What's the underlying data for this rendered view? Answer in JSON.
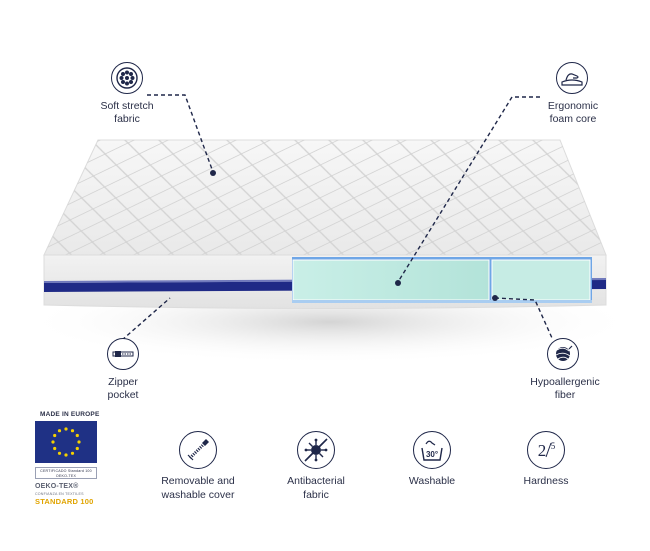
{
  "callouts": {
    "soft_fabric": {
      "label_line1": "Soft stretch",
      "label_line2": "fabric",
      "icon": "fabric-weave-icon"
    },
    "foam_core": {
      "label_line1": "Ergonomic",
      "label_line2": "foam core",
      "icon": "foam-hand-icon"
    },
    "zipper": {
      "label_line1": "Zipper",
      "label_line2": "pocket",
      "icon": "zipper-icon"
    },
    "fiber": {
      "label_line1": "Hypoallergenic",
      "label_line2": "fiber",
      "icon": "fiber-ball-icon"
    }
  },
  "badges": {
    "made_in": "MADE IN EUROPE",
    "oeko_small": "CERTIFICADO Standard 100 OEKO-TEX",
    "oeko_title": "OEKO-TEX®",
    "oeko_sub": "CONFIANZA EN TEXTILES",
    "standard": "STANDARD 100"
  },
  "features": [
    {
      "label_line1": "Removable and",
      "label_line2": "washable cover",
      "icon": "zipper-cover-icon"
    },
    {
      "label_line1": "Antibacterial",
      "label_line2": "fabric",
      "icon": "antibacterial-icon"
    },
    {
      "label_line1": "Washable",
      "label_line2": "",
      "icon": "wash-30-icon",
      "wash_temp": "30°"
    },
    {
      "label_line1": "Hardness",
      "label_line2": "",
      "icon": "hardness-icon",
      "hardness_value": "2",
      "hardness_scale": "5"
    }
  ],
  "colors": {
    "navy": "#1f2749",
    "band_blue": "#1f2a86",
    "foam_green": "#bfe8df",
    "foam_blue": "#6fa6e6"
  }
}
